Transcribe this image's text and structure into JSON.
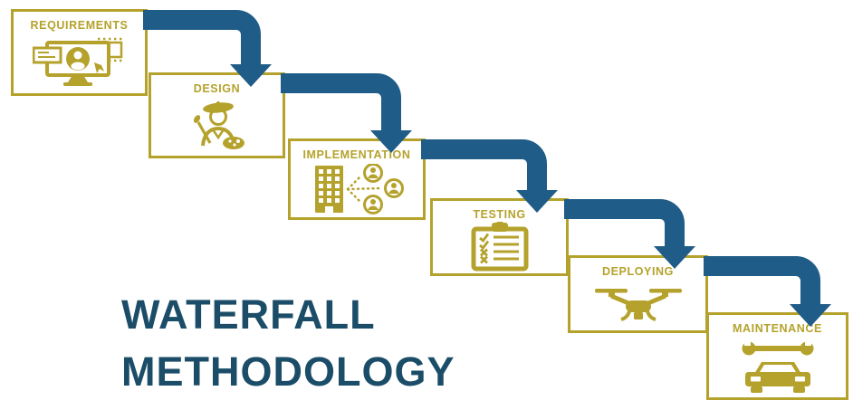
{
  "title": {
    "line1": "WATERFALL",
    "line2": "METHODOLOGY"
  },
  "stages": [
    {
      "label": "REQUIREMENTS",
      "icon": "requirements-monitor-user-icon"
    },
    {
      "label": "DESIGN",
      "icon": "design-artist-palette-icon"
    },
    {
      "label": "IMPLEMENTATION",
      "icon": "implementation-building-network-icon"
    },
    {
      "label": "TESTING",
      "icon": "testing-checklist-clipboard-icon"
    },
    {
      "label": "DEPLOYING",
      "icon": "deploying-drone-icon"
    },
    {
      "label": "MAINTENANCE",
      "icon": "maintenance-car-wrench-icon"
    }
  ],
  "arrows": [
    {
      "from": "REQUIREMENTS",
      "to": "DESIGN"
    },
    {
      "from": "DESIGN",
      "to": "IMPLEMENTATION"
    },
    {
      "from": "IMPLEMENTATION",
      "to": "TESTING"
    },
    {
      "from": "TESTING",
      "to": "DEPLOYING"
    },
    {
      "from": "DEPLOYING",
      "to": "MAINTENANCE"
    }
  ],
  "colors": {
    "gold": "#b5a22c",
    "arrow_blue": "#1f5c87",
    "title_navy": "#1b4d68",
    "background": "#ffffff"
  }
}
